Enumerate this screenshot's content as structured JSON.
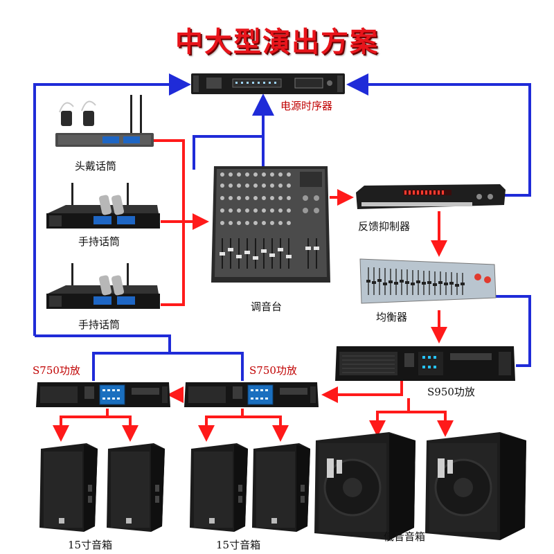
{
  "title": "中大型演出方案",
  "labels": {
    "power_sequencer": "电源时序器",
    "headset_mic": "头戴话筒",
    "handheld_mic_1": "手持话筒",
    "handheld_mic_2": "手持话筒",
    "mixer": "调音台",
    "feedback_suppressor": "反馈抑制器",
    "equalizer": "均衡器",
    "amp_s750_left": "S750功放",
    "amp_s750_right": "S750功放",
    "amp_s950": "S950功放",
    "speaker_15_left": "15寸音箱",
    "speaker_15_right": "15寸音箱",
    "subwoofer": "低音音箱"
  },
  "colors": {
    "title": "#e8141b",
    "audio_signal": "#ff1a1a",
    "power_line": "#1f2bd8",
    "device_body": "#1c1c1c"
  }
}
